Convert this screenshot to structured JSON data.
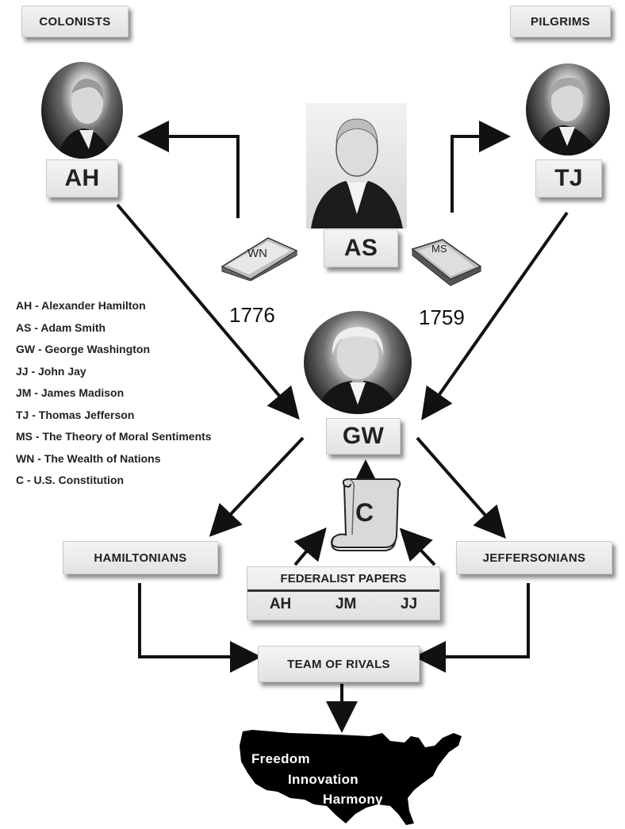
{
  "groups": {
    "colonists": "COLONISTS",
    "pilgrims": "PILGRIMS",
    "hamiltonians": "HAMILTONIANS",
    "jeffersonians": "JEFFERSONIANS",
    "team_of_rivals": "TEAM OF RIVALS"
  },
  "people": {
    "ah": "AH",
    "as": "AS",
    "tj": "TJ",
    "gw": "GW"
  },
  "books": {
    "wn": "WN",
    "ms": "MS",
    "wn_year": "1776",
    "ms_year": "1759"
  },
  "constitution": "C",
  "federalist": {
    "title": "FEDERALIST PAPERS",
    "authors": [
      "AH",
      "JM",
      "JJ"
    ]
  },
  "legend": [
    "AH - Alexander Hamilton",
    "AS - Adam Smith",
    "GW - George Washington",
    "JJ - John Jay",
    "JM - James Madison",
    "TJ - Thomas Jefferson",
    "MS - The Theory of Moral Sentiments",
    "WN - The Wealth of Nations",
    "C - U.S. Constitution"
  ],
  "outcome": [
    "Freedom",
    "Innovation",
    "Harmony"
  ],
  "colors": {
    "arrow": "#111111",
    "box_fill": "#ebebeb",
    "map_fill": "#000000"
  }
}
